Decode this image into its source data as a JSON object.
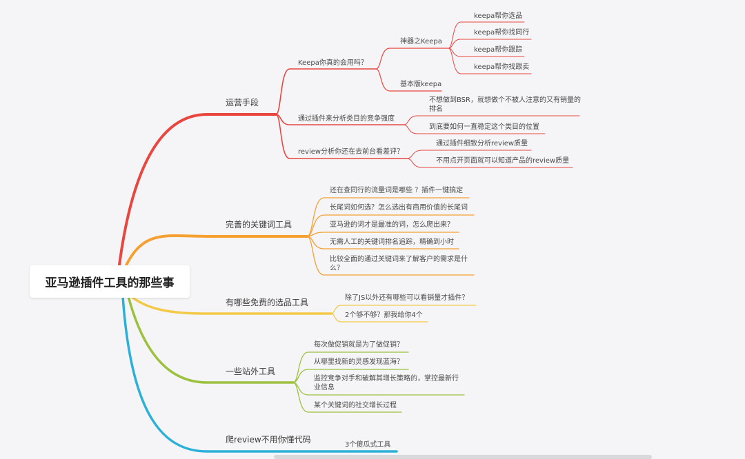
{
  "root": {
    "label": "亚马逊插件工具的那些事"
  },
  "colors": {
    "red": "#e8463f",
    "orange": "#f5a031",
    "yellow": "#f3c94a",
    "green": "#9cc13e",
    "blue": "#2bb0d8"
  },
  "branches": [
    {
      "label": "运营手段",
      "children": [
        {
          "label": "Keepa你真的会用吗？",
          "children": [
            {
              "label": "神器之Keepa",
              "children": [
                "keepa帮你选品",
                "keepa帮你找同行",
                "keepa帮你跟踪",
                "keepa帮你找跟卖"
              ]
            },
            {
              "label": "基本版keepa"
            }
          ]
        },
        {
          "label": "通过插件来分析类目的竞争强度",
          "children": [
            "不想做到BSR，就想做个不被人注意的又有销量的排名",
            "到底要如何一直稳定这个类目的位置"
          ]
        },
        {
          "label": "review分析你还在去前台看差评？",
          "children": [
            "通过插件细致分析review质量",
            "不用点开页面就可以知道产品的review质量"
          ]
        }
      ]
    },
    {
      "label": "完善的关键词工具",
      "children": [
        "还在查同行的流量词是哪些 ？插件一键搞定",
        "长尾词如何选？怎么选出有商用价值的长尾词",
        "亚马逊的词才是最准的词，怎么爬出来？",
        "无需人工的关键词排名追踪，精确到小时",
        "比较全面的通过关键词来了解客户的需求是什么？"
      ]
    },
    {
      "label": "有哪些免费的选品工具",
      "children": [
        "除了JS以外还有哪些可以看销量才插件？",
        "2个够不够？那我给你4个"
      ]
    },
    {
      "label": "一些站外工具",
      "children": [
        "每次做促销就是为了做促销？",
        "从哪里找新的灵感发现蓝海？",
        "监控竞争对手和破解其增长策略的，掌控最新行业信息",
        "某个关键词的社交增长过程"
      ]
    },
    {
      "label": "爬review不用你懂代码",
      "children": [
        "3个傻瓜式工具"
      ]
    }
  ]
}
